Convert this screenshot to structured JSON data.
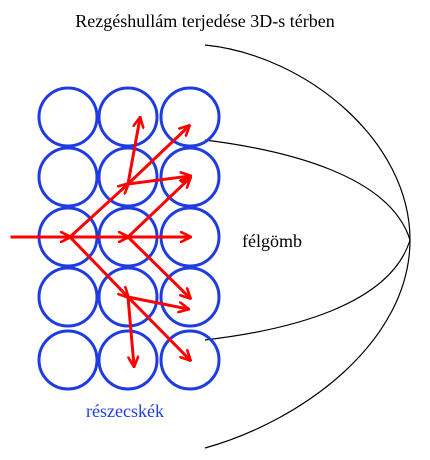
{
  "title": "Rezgéshullám terjedése 3D-s térben",
  "labels": {
    "hemisphere": "félgömb",
    "particles": "részecskék"
  },
  "colors": {
    "particle_outline": "#1f3ce0",
    "arrow": "#ff0000",
    "hemisphere_line": "#000000",
    "title_text": "#000000",
    "hemisphere_text": "#000000",
    "particles_text": "#1f3ce0"
  },
  "grid": {
    "rows": 5,
    "cols": 3
  }
}
